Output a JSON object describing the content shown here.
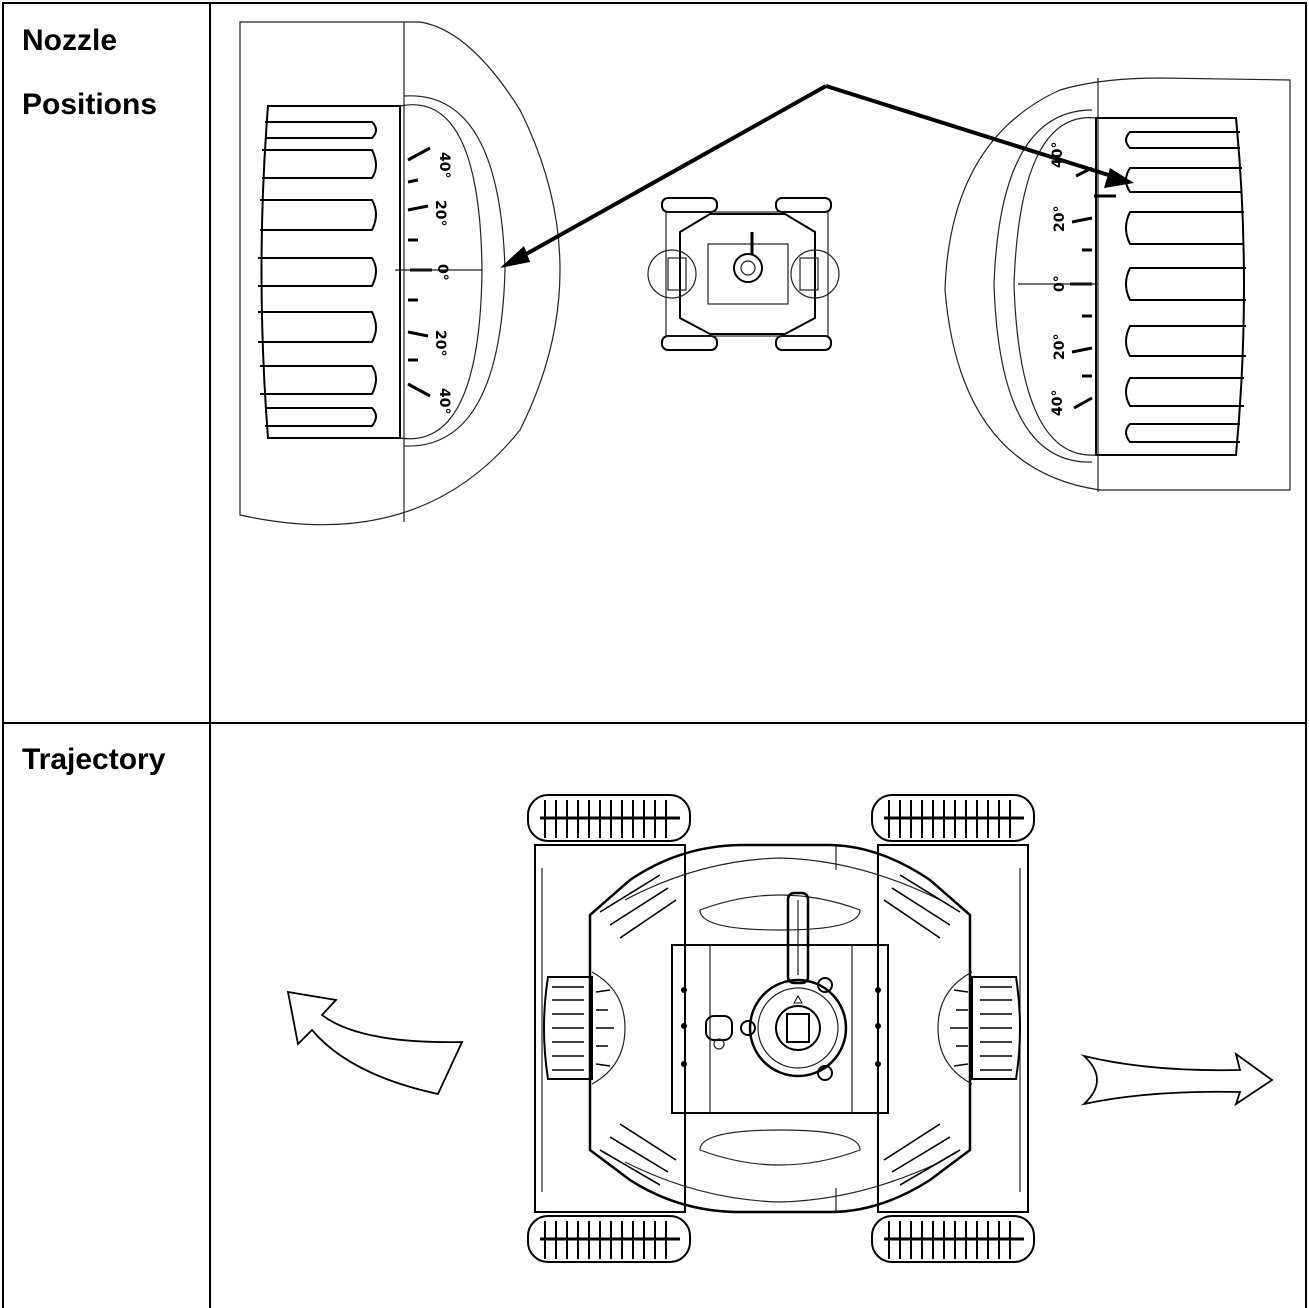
{
  "rows": [
    {
      "label_line1": "Nozzle",
      "label_line2": "Positions"
    },
    {
      "label_line1": "Trajectory"
    }
  ],
  "left_dial": {
    "ticks": [
      "40°",
      "20°",
      "0°",
      "20°",
      "40°"
    ]
  },
  "right_dial": {
    "ticks": [
      "40°",
      "20°",
      "0°",
      "20°",
      "40°"
    ]
  }
}
